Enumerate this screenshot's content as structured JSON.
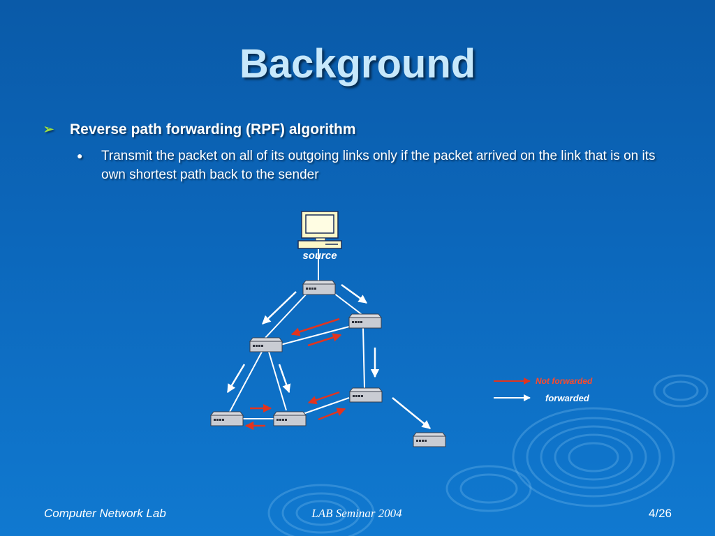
{
  "slide": {
    "title": "Background",
    "bullet_level1": "Reverse path forwarding (RPF) algorithm",
    "bullet_level2": "Transmit the packet on all of its outgoing links only if the packet arrived on the link that is on its own shortest path back to the sender"
  },
  "diagram": {
    "source_label": "source",
    "legend": {
      "not_forwarded": "Not forwarded",
      "forwarded": "forwarded"
    },
    "colors": {
      "not_forwarded": "#e2341e",
      "forwarded": "#ffffff",
      "not_forwarded_label": "#ff4a2a",
      "forwarded_label": "#ffffff"
    }
  },
  "footer": {
    "left": "Computer Network Lab",
    "center": "LAB Seminar 2004",
    "page": "4/26"
  }
}
